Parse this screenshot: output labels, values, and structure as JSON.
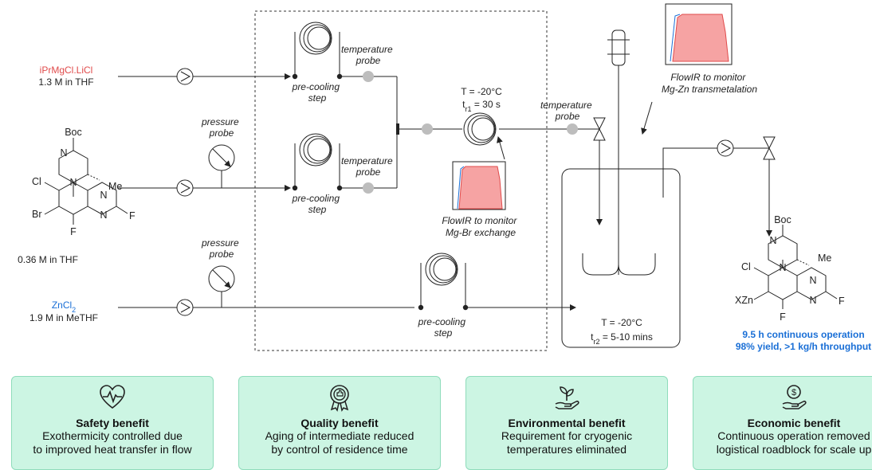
{
  "reagents": {
    "grignard_name": "iPrMgCl.LiCl",
    "grignard_conc": "1.3 M in THF",
    "substrate_conc": "0.36 M in THF",
    "zinc_name": "ZnCl2",
    "zinc_conc": "1.9 M in MeTHF"
  },
  "labels": {
    "temperature_probe_1": [
      "temperature",
      "probe"
    ],
    "temperature_probe_2": [
      "temperature",
      "probe"
    ],
    "temperature_probe_3": [
      "temperature",
      "probe"
    ],
    "pressure_probe_1": [
      "pressure",
      "probe"
    ],
    "pressure_probe_2": [
      "pressure",
      "probe"
    ],
    "pre_cooling_1": [
      "pre-cooling",
      "step"
    ],
    "pre_cooling_2": [
      "pre-cooling",
      "step"
    ],
    "pre_cooling_3": [
      "pre-cooling",
      "step"
    ],
    "reactor1_temp": "T = -20°C",
    "reactor1_time": "t",
    "reactor1_time_sub": "r1",
    "reactor1_time_val": " = 30 s",
    "flowir_exchange": [
      "FlowIR to monitor",
      "Mg-Br exchange"
    ],
    "flowir_transmet": [
      "FlowIR to monitor",
      "Mg-Zn transmetalation"
    ],
    "vessel_temp": "T = -20°C",
    "vessel_time": "t",
    "vessel_time_sub": "r2",
    "vessel_time_val": " = 5-10 mins",
    "result_line1": "9.5 h continuous operation",
    "result_line2": "98% yield, >1 kg/h throughput"
  },
  "molecule": {
    "boc": "Boc",
    "n": "N",
    "me": "Me",
    "cl": "Cl",
    "br": "Br",
    "f": "F",
    "xzn": "XZn"
  },
  "benefits": [
    {
      "icon": "heart-pulse-icon",
      "title": "Safety benefit",
      "desc": "Exothermicity controlled due\nto improved heat transfer in flow"
    },
    {
      "icon": "quality-badge-icon",
      "title": "Quality benefit",
      "desc": "Aging of intermediate reduced\nby control of residence time"
    },
    {
      "icon": "plant-hand-icon",
      "title": "Environmental benefit",
      "desc": "Requirement for cryogenic\ntemperatures eliminated"
    },
    {
      "icon": "money-hand-icon",
      "title": "Economic benefit",
      "desc": "Continuous operation removed\nlogistical roadblock for scale up"
    }
  ],
  "colors": {
    "grignard": "#e04b4b",
    "zinc": "#1a6fd6",
    "result": "#1a6fd6",
    "card_bg": "#ccf5e3",
    "ir_fill": "#f6a3a3"
  }
}
